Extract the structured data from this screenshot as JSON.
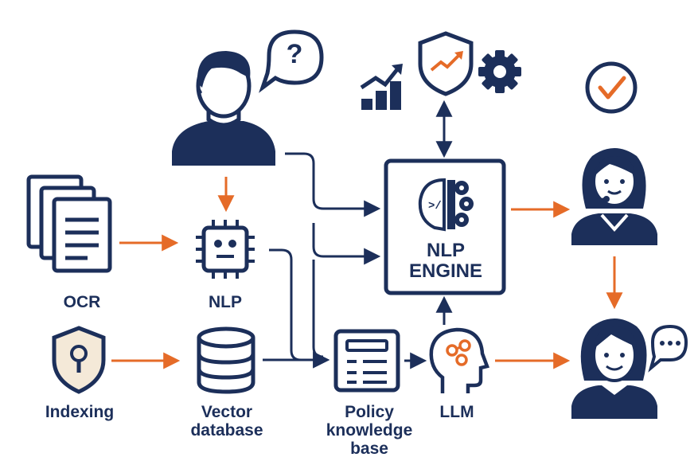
{
  "labels": {
    "ocr": "OCR",
    "nlp": "NLP",
    "indexing": "Indexing",
    "vector_database": "Vector\ndatabase",
    "policy_knowledge_base": "Policy\nknowledge\nbase",
    "llm": "LLM"
  },
  "engine": {
    "line1": "NLP",
    "line2": "ENGINE"
  },
  "question_mark": "?",
  "colors": {
    "navy": "#1c2f5a",
    "orange": "#e56b28",
    "skin": "#ffffff"
  },
  "icons": [
    "documents-icon",
    "chip-icon",
    "shield-lock-icon",
    "database-icon",
    "policy-document-icon",
    "ai-head-icon",
    "user-icon",
    "speech-bubble-icon",
    "growth-chart-icon",
    "shield-trend-icon",
    "gear-icon",
    "check-circle-icon",
    "support-agent-icon",
    "customer-icon",
    "chat-bubble-icon",
    "brain-icon"
  ]
}
